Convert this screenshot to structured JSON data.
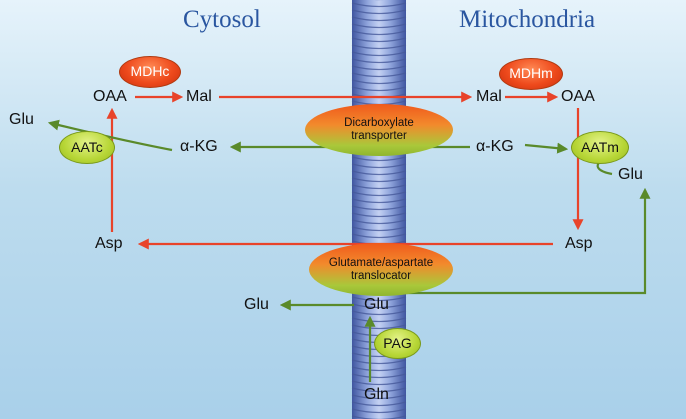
{
  "compartments": {
    "left": "Cytosol",
    "right": "Mitochondria"
  },
  "enzymes": {
    "mdhc": "MDHc",
    "mdhm": "MDHm",
    "aatc": "AATc",
    "aatm": "AATm",
    "pag": "PAG"
  },
  "transporters": {
    "dicarboxylate": "Dicarboxylate transporter",
    "glu_asp": "Glutamate/aspartate translocator"
  },
  "metabolites": {
    "cyt_oaa": "OAA",
    "cyt_mal": "Mal",
    "cyt_glu": "Glu",
    "cyt_akg": "α-KG",
    "cyt_asp": "Asp",
    "mit_mal": "Mal",
    "mit_oaa": "OAA",
    "mit_akg": "α-KG",
    "mit_glu": "Glu",
    "mit_asp": "Asp",
    "glu_out": "Glu",
    "glu_mem": "Glu",
    "gln": "Gln"
  },
  "colors": {
    "title": "#2a56a0",
    "red_arrow": "#e8432a",
    "green_arrow": "#5a8a2a",
    "membrane": "#6f86c4"
  }
}
